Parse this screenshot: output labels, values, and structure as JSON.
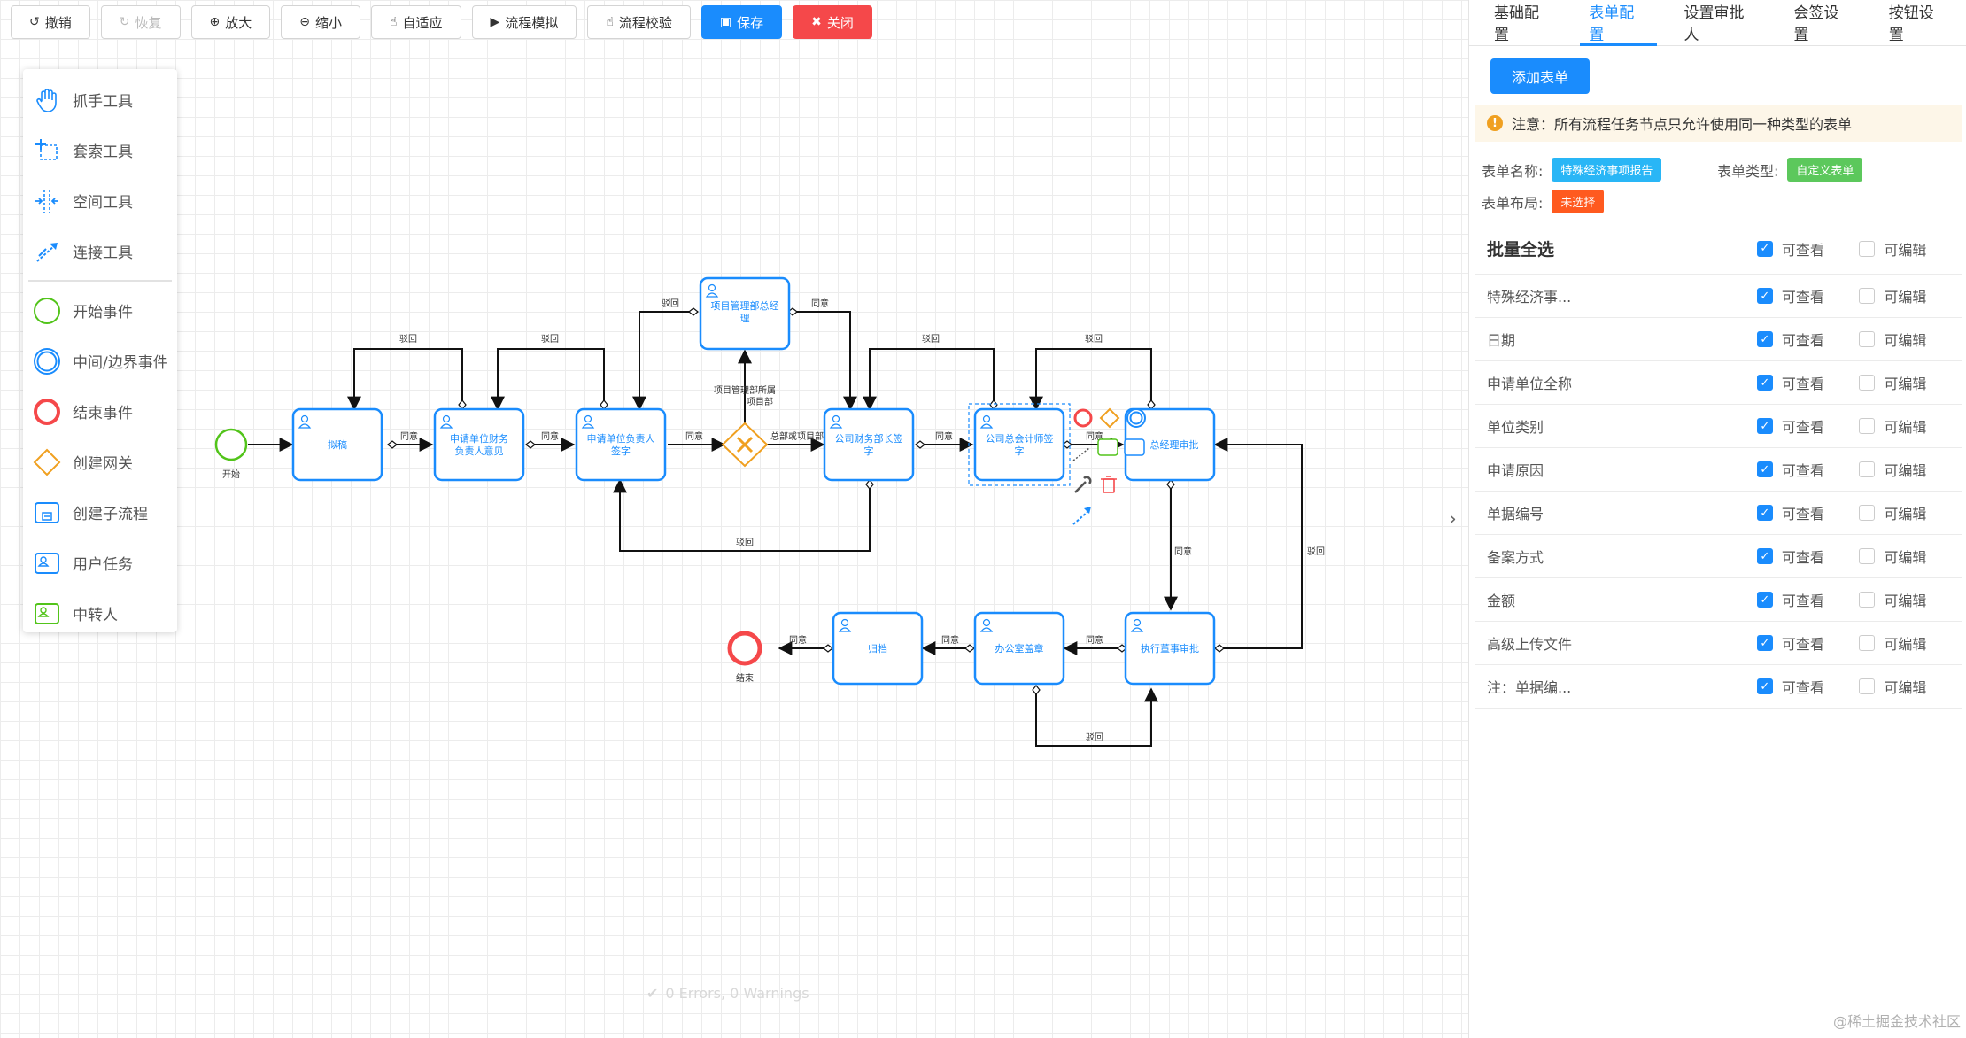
{
  "toolbar": {
    "undo": "撤销",
    "redo": "恢复",
    "zoom_in": "放大",
    "zoom_out": "缩小",
    "fit": "自适应",
    "simulate": "流程模拟",
    "validate": "流程校验",
    "save": "保存",
    "close": "关闭"
  },
  "palette": {
    "hand": "抓手工具",
    "lasso": "套索工具",
    "space": "空间工具",
    "connect": "连接工具",
    "start_event": "开始事件",
    "intermediate_event": "中间/边界事件",
    "end_event": "结束事件",
    "gateway": "创建网关",
    "subprocess": "创建子流程",
    "user_task": "用户任务",
    "relay": "中转人"
  },
  "diagram": {
    "start_label": "开始",
    "end_label": "结束",
    "nodes": {
      "draft": "拟稿",
      "finance_head": [
        "申请单位财务",
        "负责人意见"
      ],
      "unit_head": [
        "申请单位负责人",
        "签字"
      ],
      "project_mgmt": [
        "项目管理部总经",
        "理"
      ],
      "company_finance": [
        "公司财务部长签",
        "字"
      ],
      "chief_accountant": [
        "公司总会计师签",
        "字"
      ],
      "gm_approval": "总经理审批",
      "exec_director": "执行董事审批",
      "office_seal": "办公室盖章",
      "archive": "归档"
    },
    "edges": {
      "agree": "同意",
      "reject": "驳回",
      "gw_project": [
        "项目管理部所属",
        "项目部"
      ],
      "gw_other": "总部或项目部"
    }
  },
  "status": {
    "message": "0 Errors, 0 Warnings"
  },
  "panel": {
    "tabs": [
      "基础配置",
      "表单配置",
      "设置审批人",
      "会签设置",
      "按钮设置"
    ],
    "active_tab": 1,
    "add_form": "添加表单",
    "notice": "注意：所有流程任务节点只允许使用同一种类型的表单",
    "form_name_label": "表单名称:",
    "form_name_value": "特殊经济事项报告",
    "form_type_label": "表单类型:",
    "form_type_value": "自定义表单",
    "form_layout_label": "表单布局:",
    "form_layout_value": "未选择",
    "select_all": "批量全选",
    "can_view": "可查看",
    "can_edit": "可编辑",
    "fields": [
      {
        "name": "特殊经济事...",
        "view": true,
        "edit": false
      },
      {
        "name": "日期",
        "view": true,
        "edit": false
      },
      {
        "name": "申请单位全称",
        "view": true,
        "edit": false
      },
      {
        "name": "单位类别",
        "view": true,
        "edit": false
      },
      {
        "name": "申请原因",
        "view": true,
        "edit": false
      },
      {
        "name": "单据编号",
        "view": true,
        "edit": false
      },
      {
        "name": "备案方式",
        "view": true,
        "edit": false
      },
      {
        "name": "金额",
        "view": true,
        "edit": false
      },
      {
        "name": "高级上传文件",
        "view": true,
        "edit": false
      },
      {
        "name": "注：单据编...",
        "view": true,
        "edit": false
      }
    ],
    "colors": {
      "primary": "#1a8cfd",
      "tag_name": "#29b6f6",
      "tag_type": "#5cc85c",
      "tag_layout": "#ff5a1f"
    }
  },
  "watermark": "@稀土掘金技术社区"
}
